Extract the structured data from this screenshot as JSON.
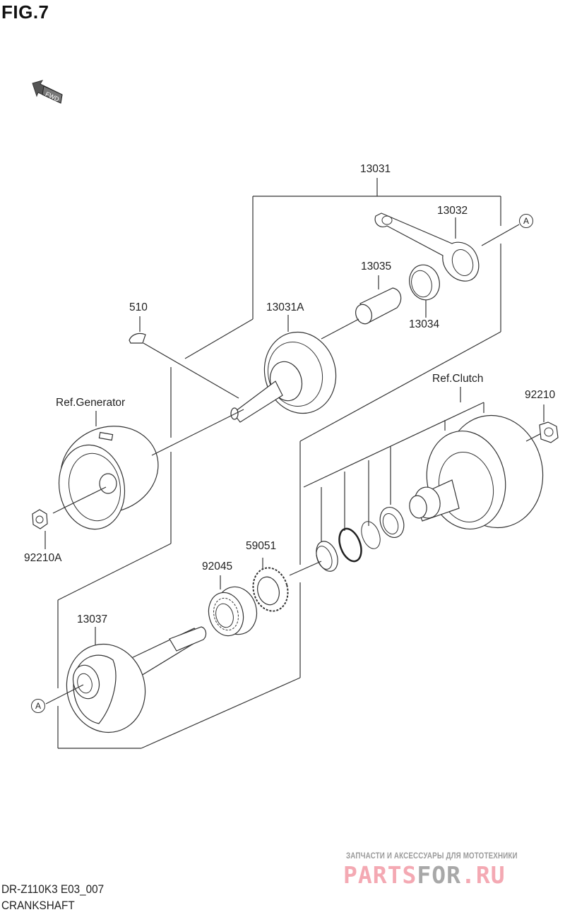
{
  "figure": {
    "title": "FIG.7",
    "direction_indicator": {
      "icon": "fwd-arrow-icon",
      "label": "FWD"
    }
  },
  "callouts": {
    "p13031": "13031",
    "p13032": "13032",
    "p13035": "13035",
    "p13034": "13034",
    "p13031a": "13031A",
    "p510": "510",
    "ref_generator": "Ref.Generator",
    "p92210a": "92210A",
    "ref_clutch": "Ref.Clutch",
    "p92210": "92210",
    "p59051": "59051",
    "p92045": "92045",
    "p13037": "13037",
    "ref_a_top": "A",
    "ref_a_bottom": "A"
  },
  "parts": [
    {
      "number": "13031",
      "description": "Crankshaft assembly (group)"
    },
    {
      "number": "13032",
      "description": "Connecting rod"
    },
    {
      "number": "13035",
      "description": "Crank pin"
    },
    {
      "number": "13034",
      "description": "Needle bearing"
    },
    {
      "number": "13031A",
      "description": "Crankshaft half (left)"
    },
    {
      "number": "510",
      "description": "Woodruff key"
    },
    {
      "number": "92210A",
      "description": "Nut (generator)"
    },
    {
      "number": "92210",
      "description": "Nut (clutch)"
    },
    {
      "number": "59051",
      "description": "Gear"
    },
    {
      "number": "92045",
      "description": "Bearing"
    },
    {
      "number": "13037",
      "description": "Crankshaft half (right)"
    }
  ],
  "footer": {
    "model_code": "DR-Z110K3 E03_007",
    "section": "CRANKSHAFT"
  },
  "watermark": {
    "tagline": "ЗАПЧАСТИ И АКСЕССУАРЫ ДЛЯ МОТОТЕХНИКИ",
    "brand_part1": "PARTS",
    "brand_part2": "FOR",
    "brand_part3": ".RU",
    "colors": {
      "pink": "#f4a9b3",
      "grey": "#a8a8a8"
    }
  }
}
